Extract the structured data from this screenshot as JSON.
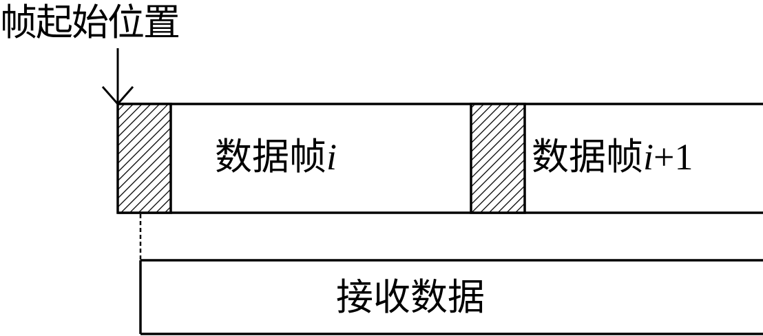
{
  "labels": {
    "frame_start": "帧起始位置",
    "frame_i_text": "数据帧",
    "frame_i_var": "i",
    "frame_i1_text": "数据帧",
    "frame_i1_var": "i",
    "frame_i1_suffix": "+1",
    "receive_data": "接收数据"
  },
  "colors": {
    "stroke": "#000000",
    "background": "#ffffff"
  }
}
